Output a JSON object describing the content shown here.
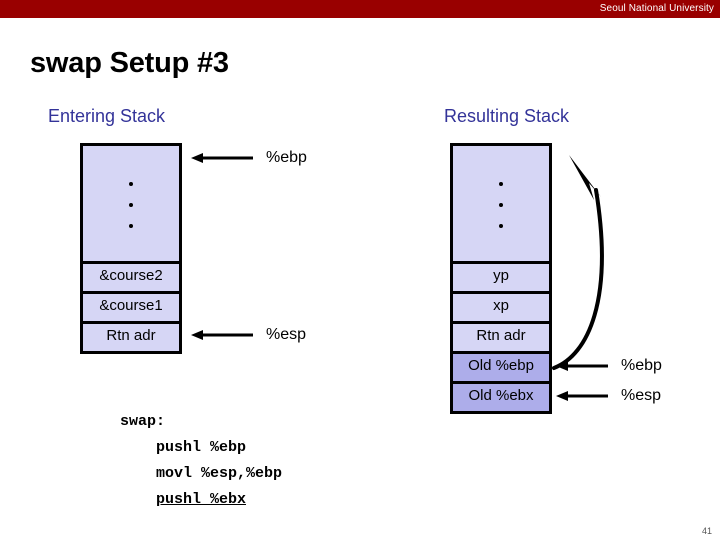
{
  "header": {
    "university": "Seoul National University",
    "bar_color": "#990000"
  },
  "slide": {
    "title": "swap Setup #3",
    "page_number": "41",
    "caption_color": "#333399"
  },
  "entering_stack": {
    "caption": "Entering Stack",
    "cells": [
      {
        "label": "",
        "kind": "dots"
      },
      {
        "label": "&course2",
        "kind": "normal"
      },
      {
        "label": "&course1",
        "kind": "normal"
      },
      {
        "label": "Rtn adr",
        "kind": "normal"
      }
    ],
    "pointers": [
      {
        "label": "%ebp",
        "target": "top-of-stack"
      },
      {
        "label": "%esp",
        "target": "Rtn adr"
      }
    ]
  },
  "resulting_stack": {
    "caption": "Resulting Stack",
    "cells": [
      {
        "label": "",
        "kind": "dots"
      },
      {
        "label": "yp",
        "kind": "normal"
      },
      {
        "label": "xp",
        "kind": "normal"
      },
      {
        "label": "Rtn adr",
        "kind": "normal"
      },
      {
        "label": "Old %ebp",
        "kind": "dark"
      },
      {
        "label": "Old %ebx",
        "kind": "dark"
      }
    ],
    "pointers": [
      {
        "label": "%ebp",
        "target": "Old %ebp"
      },
      {
        "label": "%esp",
        "target": "Old %ebx"
      }
    ],
    "saved_frame_pointer_link": "Old %ebp -> previous frame top"
  },
  "code": {
    "lines": [
      {
        "text": "swap:",
        "indent": false,
        "underline": false
      },
      {
        "text": "pushl %ebp",
        "indent": true,
        "underline": false
      },
      {
        "text": "movl %esp,%ebp",
        "indent": true,
        "underline": false
      },
      {
        "text": "pushl %ebx",
        "indent": true,
        "underline": true
      }
    ]
  },
  "colors": {
    "cell_light": "#d6d6f5",
    "cell_dark": "#adadea",
    "outline": "#000000"
  }
}
